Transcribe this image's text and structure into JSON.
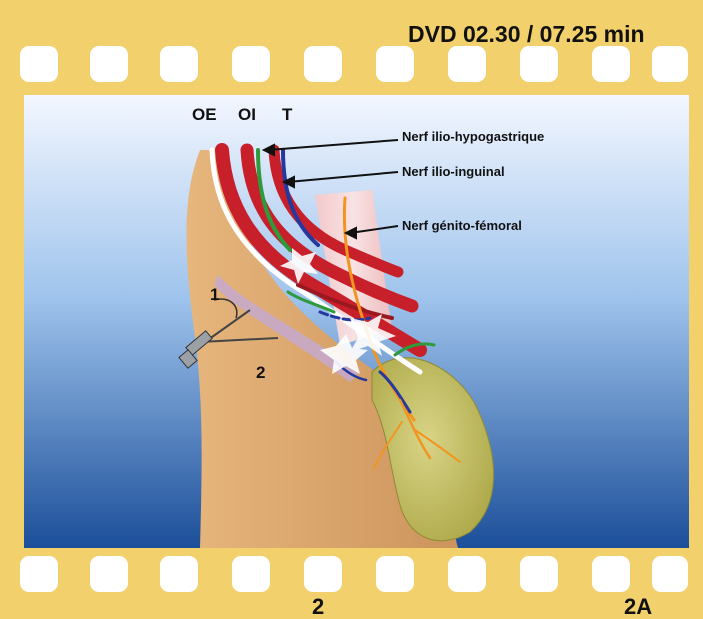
{
  "header": {
    "timecode": "DVD 02.30 / 07.25 min"
  },
  "layers": {
    "oe": "OE",
    "oi": "OI",
    "t": "T"
  },
  "nerves": {
    "iliohypogastric": "Nerf ilio-hypogastrique",
    "ilioinguinal": "Nerf ilio-inguinal",
    "genitofemoral": "Nerf génito-fémoral"
  },
  "markers": {
    "one": "1",
    "two": "2"
  },
  "footer": {
    "page": "2",
    "figure": "2A"
  },
  "colors": {
    "film_strip": "#f2d06b",
    "sky_top": "#f3f7ff",
    "sky_bottom": "#1c4f9a",
    "skin": "#d9a66f",
    "muscle_red": "#c8202a",
    "nerve_green": "#2e9a3c",
    "nerve_blue": "#24399e",
    "nerve_orange": "#f2951f",
    "sac": "#c8c26a"
  }
}
